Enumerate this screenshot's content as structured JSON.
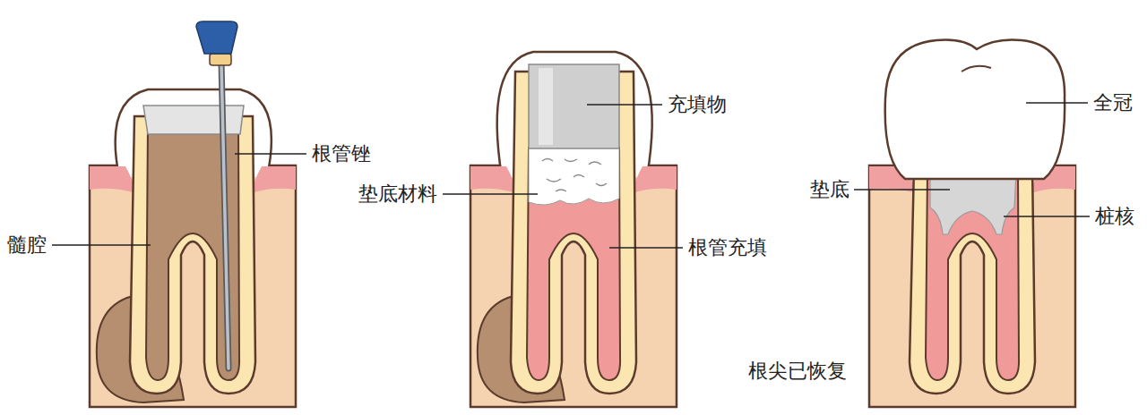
{
  "diagram": {
    "labels": [
      "根管锉",
      "髓腔",
      "充填物",
      "垫底材料",
      "根管充填",
      "全冠",
      "垫底",
      "桩核",
      "根尖已恢复"
    ]
  }
}
